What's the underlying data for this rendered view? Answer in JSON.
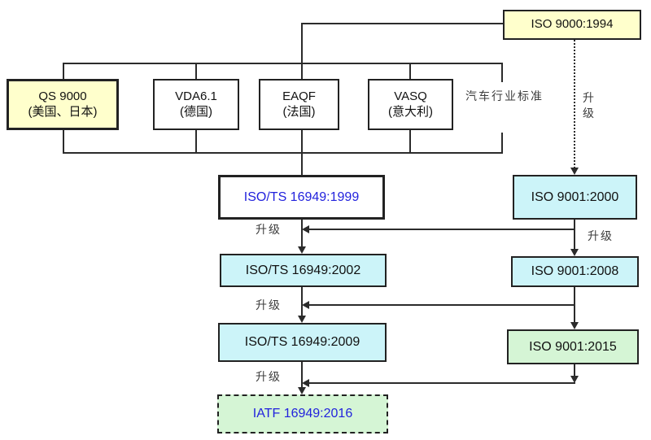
{
  "diagram": {
    "top_box": {
      "label": "ISO 9000:1994"
    },
    "legacy_standards": [
      {
        "name": "QS 9000",
        "region": "(美国、日本)"
      },
      {
        "name": "VDA6.1",
        "region": "(德国)"
      },
      {
        "name": "EAQF",
        "region": "(法国)"
      },
      {
        "name": "VASQ",
        "region": "(意大利)"
      }
    ],
    "group_label": "汽车行业标准",
    "upgrade_label": "升级",
    "upgrade_label_vertical": [
      "升",
      "级"
    ],
    "ts_column": [
      "ISO/TS 16949:1999",
      "ISO/TS 16949:2002",
      "ISO/TS 16949:2009",
      "IATF 16949:2016"
    ],
    "iso_column": [
      "ISO 9001:2000",
      "ISO 9001:2008",
      "ISO 9001:2015"
    ],
    "colors": {
      "yellow_fill": "#ffffcc",
      "cyan_fill": "#ccf4f9",
      "green_fill": "#d5f5d5",
      "blue_text": "#2222dd",
      "line": "#2b2b2b"
    }
  }
}
